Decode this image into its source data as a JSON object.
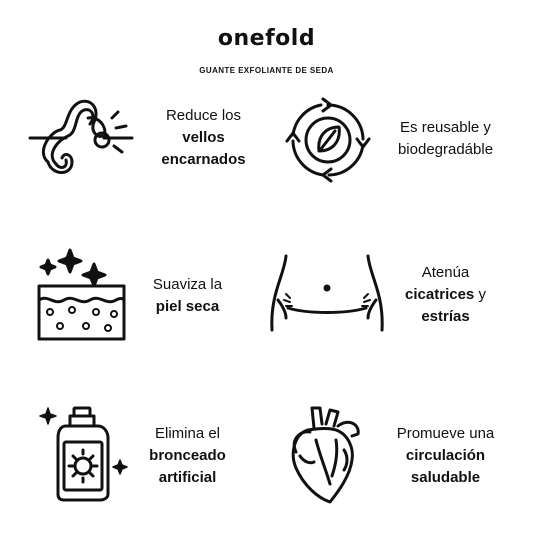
{
  "header": {
    "brand": "onefold",
    "subtitle": "GUANTE EXFOLIANTE DE SEDA"
  },
  "features": [
    {
      "icon": "ingrown-hair-icon",
      "line1": "Reduce los",
      "line2": "vellos",
      "line3": "encarnados"
    },
    {
      "icon": "recycle-leaf-icon",
      "line1": "Es reusable y",
      "line2": "biodegradáble"
    },
    {
      "icon": "skin-sparkle-icon",
      "line1": "Suaviza la",
      "line2": "piel seca"
    },
    {
      "icon": "belly-stretch-marks-icon",
      "line1": "Atenúa",
      "line2a": "cicatrices",
      "line2b": " y",
      "line3": "estrías"
    },
    {
      "icon": "tanning-spray-icon",
      "line1": "Elimina el",
      "line2": "bronceado",
      "line3": "artificial"
    },
    {
      "icon": "anatomical-heart-icon",
      "line1": "Promueve una",
      "line2": "circulación",
      "line3": "saludable"
    }
  ]
}
